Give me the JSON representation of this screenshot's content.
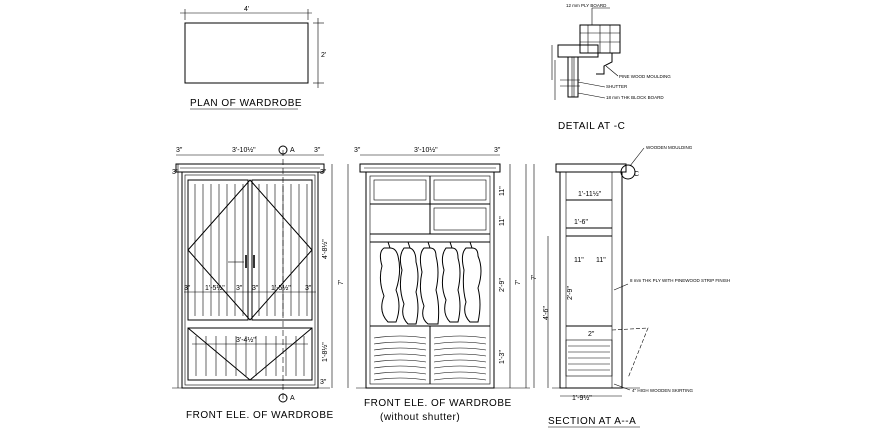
{
  "plan": {
    "title": "PLAN  OF  WARDROBE",
    "width_dim": "4'",
    "depth_dim": "2'"
  },
  "detail_c": {
    "title": "DETAIL  AT  -C",
    "notes": [
      "12 mm PLY BOARD",
      "PINE WOOD MOULDING",
      "SHUTTER",
      "18 mm THK BLOCK BOARD"
    ]
  },
  "front_elevation": {
    "title": "FRONT  ELE.  OF   WARDROBE",
    "top_width": "3'-10½\"",
    "cornice": "3\"",
    "section_marker_top": "A",
    "section_marker_bottom": "A",
    "height_total": "7'",
    "upper_height": "4'-8½\"",
    "drawer_height": "1'-8½\"",
    "plinth": "3\"",
    "door_dims": [
      "3\"",
      "1'-5½\"",
      "3\"",
      "3\"",
      "1'-5½\"",
      "3\""
    ],
    "drawer_width": "3'-4½\""
  },
  "front_elevation_open": {
    "title": "FRONT  ELE.  OF  WARDROBE",
    "subtitle": "(without  shutter)",
    "top_width": "3'-10½\"",
    "cornice": "3\"",
    "height_total": "7'",
    "shelf_dims": [
      "11\"",
      "11\"",
      "2'-9\"",
      "1'-3\""
    ]
  },
  "section_aa": {
    "title": "SECTION  AT  A--A",
    "notes": [
      "WOODEN MOULDING",
      "8 mm THK PLY WITH PINEWOOD STRIP FINISH",
      "4\" HIGH WOODEN SKIRTING"
    ],
    "marker": "C",
    "dims": [
      "1'-11½\"",
      "1'-6\"",
      "11\"",
      "11\"",
      "2'-9\"",
      "2\"",
      "1'-9½\"",
      "4'-6\"",
      "7'"
    ]
  }
}
